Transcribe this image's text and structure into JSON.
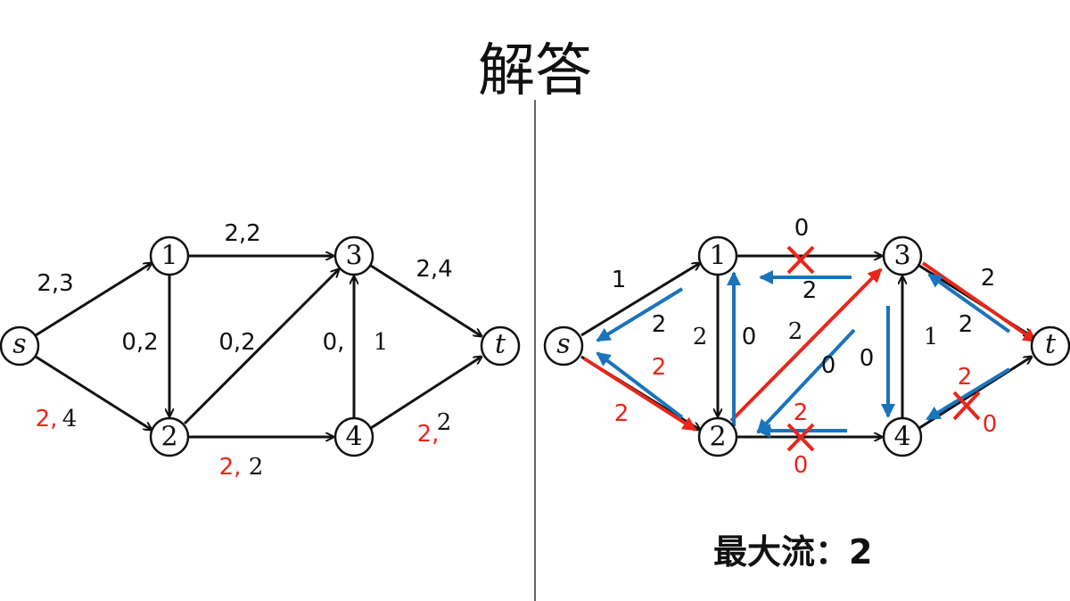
{
  "title": "解答",
  "answer": "最大流：2",
  "colors": {
    "red": "#e8261b",
    "blue": "#1a74bb",
    "black": "#111111"
  },
  "nodes": {
    "s": "s",
    "n1": "1",
    "n2": "2",
    "n3": "3",
    "n4": "4",
    "t": "t"
  },
  "left_graph": {
    "s1": "2,3",
    "e13": "2,2",
    "e3t": "2,4",
    "e12": "0,2",
    "e23": "0,2",
    "e43_flow": "0,",
    "e43_cap": "1",
    "s2_flow": "2,",
    "s2_cap": "4",
    "e24_flow": "2,",
    "e24_cap": "2",
    "e4t_flow": "2,",
    "e4t_cap": "2"
  },
  "right_graph": {
    "s1": "1",
    "s1_back": "2",
    "s2_back": "2",
    "s2": "2",
    "e12": "2",
    "e21_back": "0",
    "e13_old": "0",
    "e31_back": "2",
    "e23": "2",
    "e32_back": "0",
    "e34_back": "0",
    "e43": "1",
    "e3t": "2",
    "et3_back": "2",
    "e24_back": "2",
    "e24_new": "0",
    "e4t_back": "2",
    "e4t_new": "0"
  }
}
